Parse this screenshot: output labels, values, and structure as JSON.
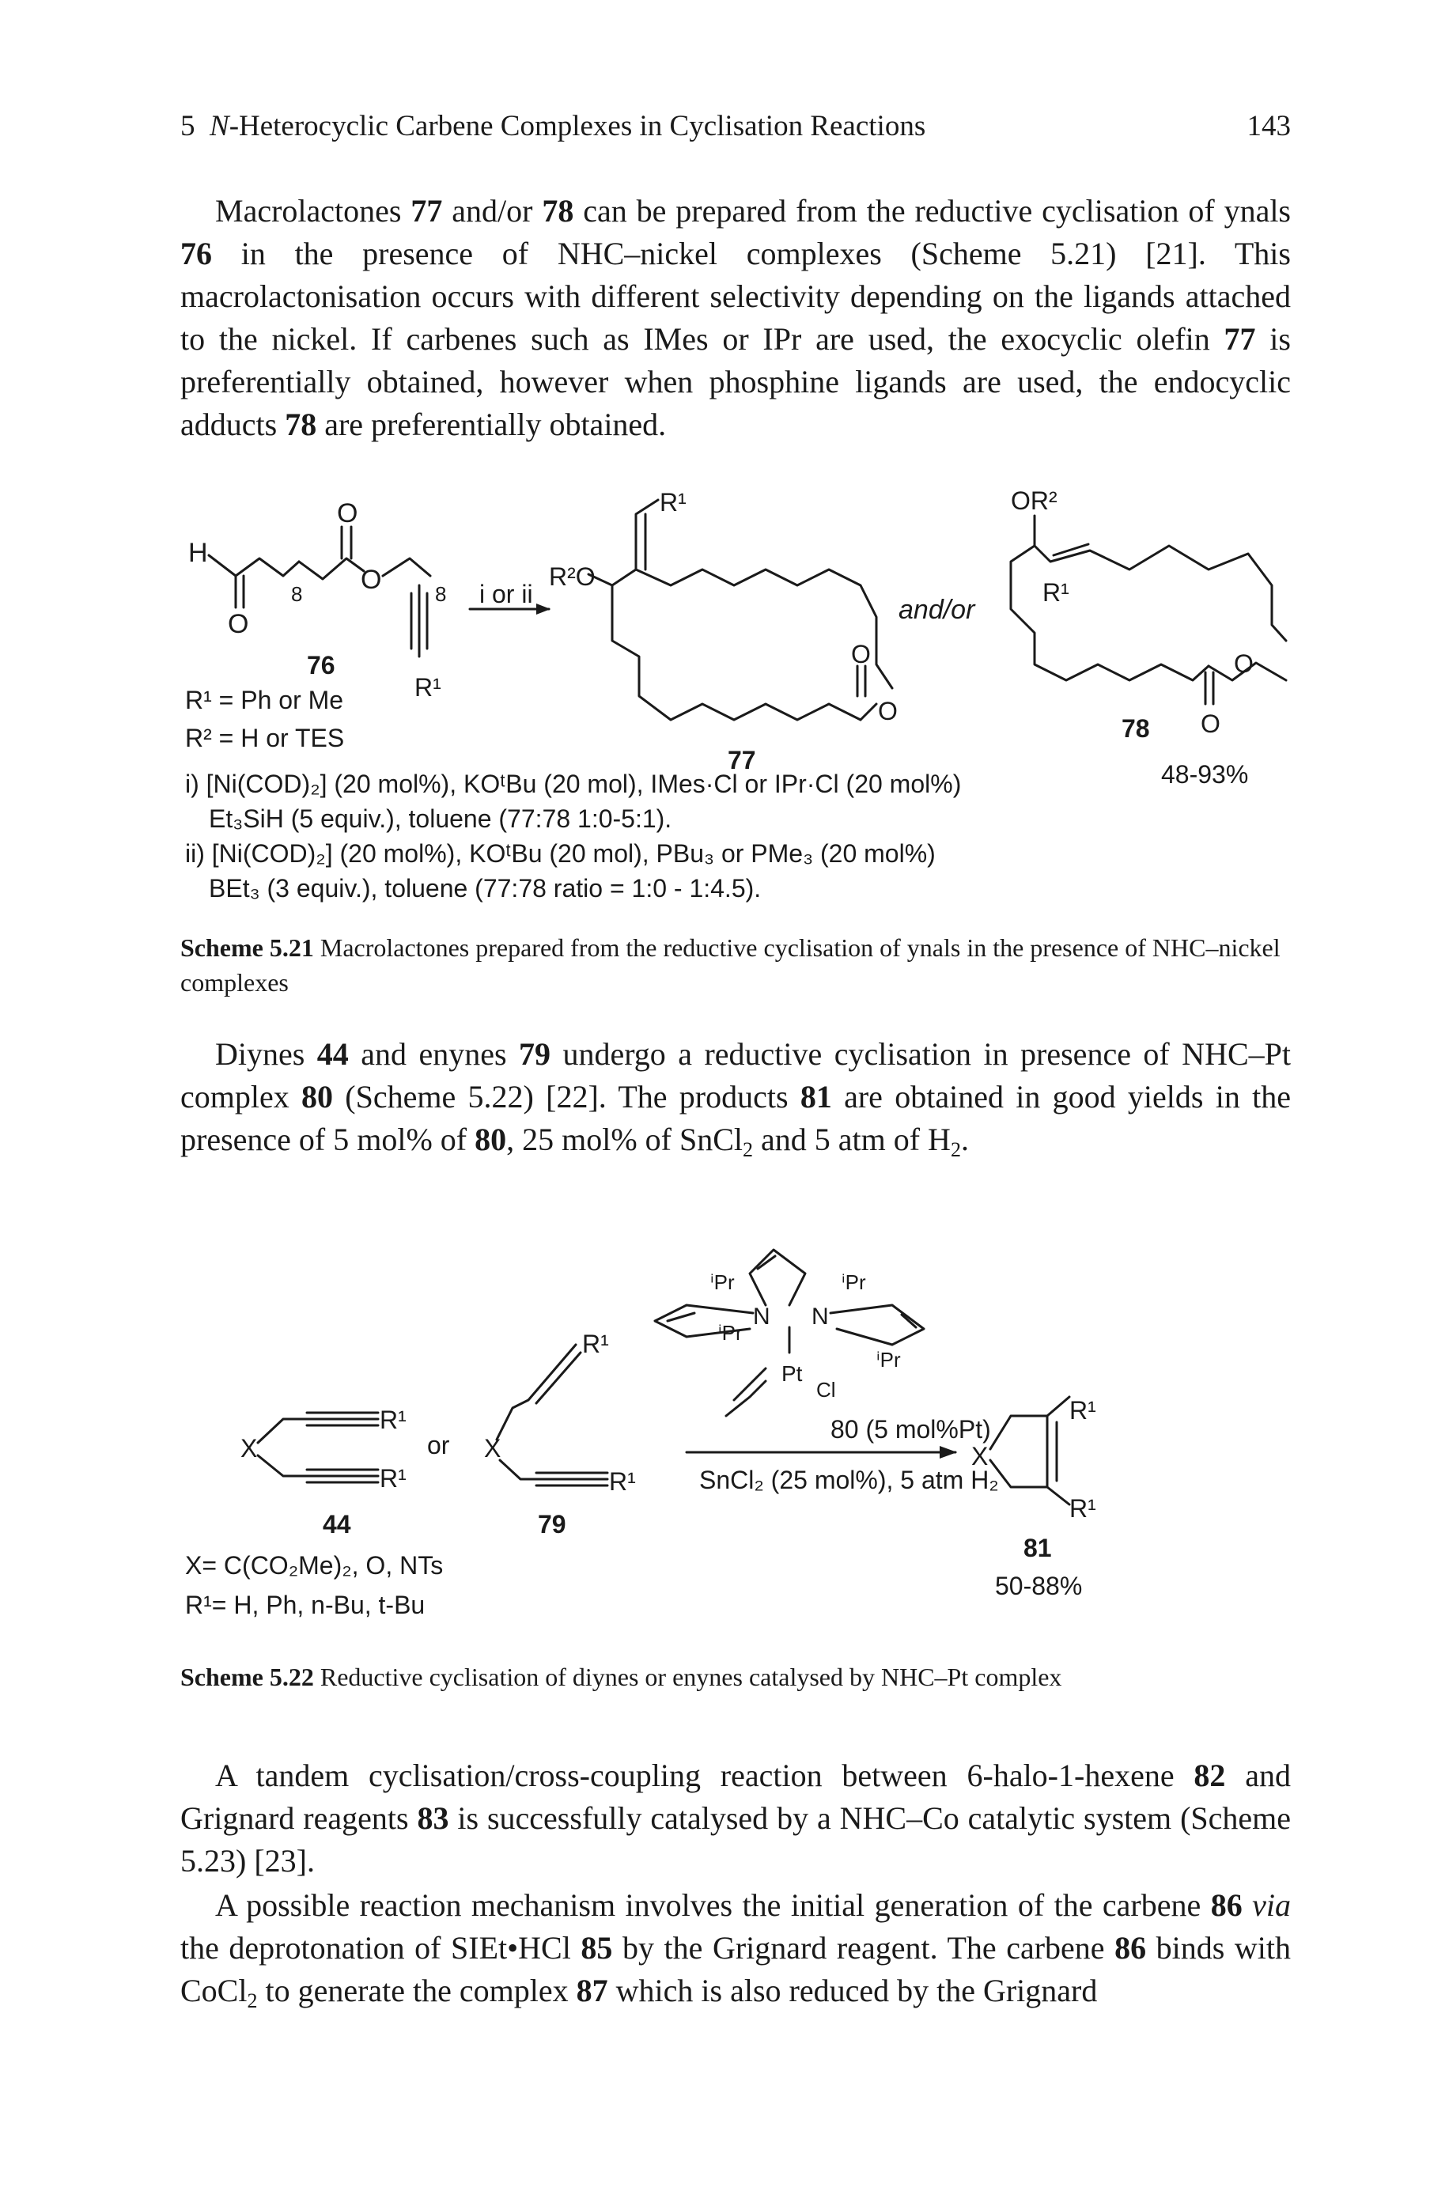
{
  "header": {
    "chapter_number": "5",
    "chapter_title_prefix": "N",
    "chapter_title_rest": "-Heterocyclic Carbene Complexes in Cyclisation Reactions",
    "page_number": "143"
  },
  "para1": {
    "t1": "Macrolactones ",
    "c77": "77",
    "t2": " and/or ",
    "c78": "78",
    "t3": " can be prepared from the reductive cyclisation of ynals ",
    "c76": "76",
    "t4": " in the presence of NHC–nickel complexes (Scheme 5.21) [21]. This macrolactonisation occurs with different selectivity depending on the ligands attached to the nickel. If carbenes such as IMes or IPr are used, the exocyclic olefin ",
    "c77b": "77",
    "t5": " is preferentially obtained, however when phosphine ligands are used, the endocyclic adducts ",
    "c78b": "78",
    "t6": " are preferentially obtained."
  },
  "scheme1": {
    "label_76": "76",
    "label_77": "77",
    "label_78": "78",
    "r1_def": "R¹ = Ph or Me",
    "r2_def": "R² = H or TES",
    "arrow_label": "i or ii",
    "and_or": "and/or",
    "yield": "48-93%",
    "cond_i_line1": "i) [Ni(COD)₂] (20 mol%), KOᵗBu (20 mol), IMes·Cl or IPr·Cl (20 mol%)",
    "cond_i_line2": "Et₃SiH (5 equiv.), toluene (77:78 1:0-5:1).",
    "cond_ii_line1": "ii) [Ni(COD)₂] (20 mol%), KOᵗBu (20 mol), PBu₃ or PMe₃ (20 mol%)",
    "cond_ii_line2": "BEt₃ (3 equiv.), toluene (77:78 ratio = 1:0 - 1:4.5).",
    "atom_H": "H",
    "atom_O": "O",
    "sub_8": "8",
    "atom_R1": "R¹",
    "atom_R2O": "R²O",
    "atom_OR2": "OR²"
  },
  "caption1": {
    "label": "Scheme 5.21",
    "text": "  Macrolactones prepared from the reductive cyclisation of ynals in the presence of NHC–nickel complexes"
  },
  "para2": {
    "t1": "Diynes ",
    "c44": "44",
    "t2": " and enynes ",
    "c79": "79",
    "t3": " undergo a reductive cyclisation in presence of NHC–Pt complex ",
    "c80": "80",
    "t4": " (Scheme 5.22) [22]. The products ",
    "c81": "81",
    "t5": " are obtained in good yields in the presence of 5 mol% of ",
    "c80b": "80",
    "t6": ", 25 mol% of SnCl",
    "sub2a": "2",
    "t7": " and 5 atm of H",
    "sub2b": "2",
    "t8": "."
  },
  "scheme2": {
    "label_44": "44",
    "label_79": "79",
    "label_81": "81",
    "or": "or",
    "x_def": "X= C(CO₂Me)₂, O, NTs",
    "r1_def": "R¹= H, Ph, n-Bu, t-Bu",
    "cat_label": "80 (5 mol%Pt)",
    "reagents": "SnCl₂ (25 mol%), 5 atm H₂",
    "yield": "50-88%",
    "atom_X": "X",
    "atom_R1": "R¹",
    "atom_N": "N",
    "atom_Pt": "Pt",
    "atom_Cl": "Cl",
    "atom_iPr": "ⁱPr"
  },
  "caption2": {
    "label": "Scheme 5.22",
    "text": "  Reductive cyclisation of diynes or enynes catalysed by NHC–Pt complex"
  },
  "para3": {
    "t1": "A tandem cyclisation/cross-coupling reaction between 6-halo-1-hexene ",
    "c82": "82",
    "t2": " and Grignard reagents ",
    "c83": "83",
    "t3": " is successfully catalysed by a NHC–Co catalytic system (Scheme 5.23) [23]."
  },
  "para4": {
    "t1": "A possible reaction mechanism involves the initial generation of the carbene ",
    "c86": "86",
    "t2": " ",
    "via": "via",
    "t3": " the deprotonation of SIEt•HCl ",
    "c85": "85",
    "t4": " by the Grignard reagent. The carbene ",
    "c86b": "86",
    "t5": " binds with CoCl",
    "sub2": "2",
    "t6": " to generate the complex ",
    "c87": "87",
    "t7": " which is also reduced by the Grignard"
  }
}
